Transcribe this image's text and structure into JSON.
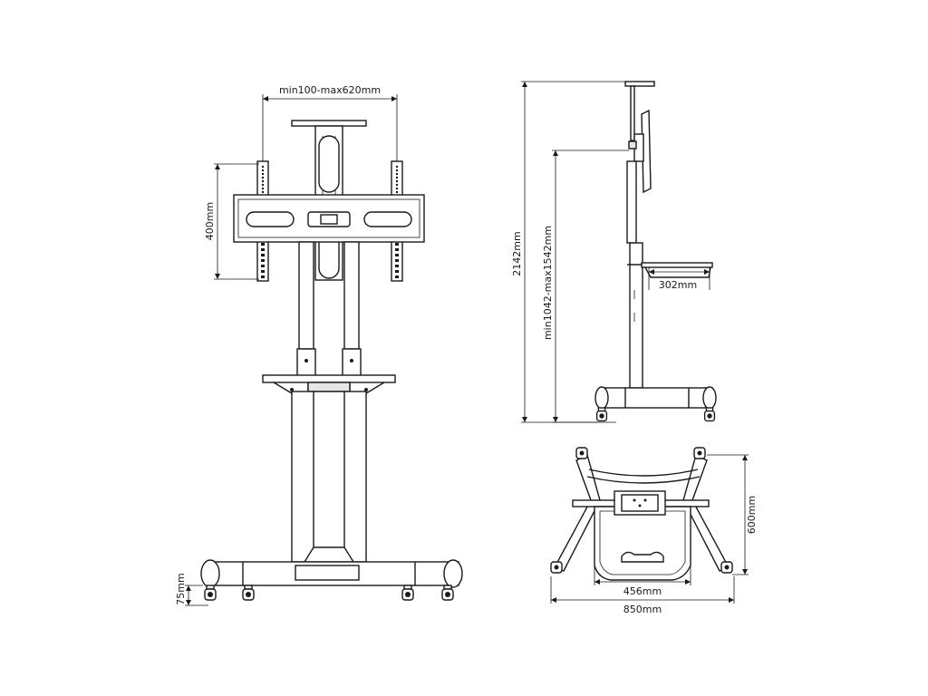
{
  "dimensions": {
    "vesa_width": "min100-max620mm",
    "vesa_height": "400mm",
    "base_clearance": "75mm",
    "total_height": "2142mm",
    "mount_height_range": "min1042-max1542mm",
    "shelf_depth": "302mm",
    "base_depth": "600mm",
    "tray_width": "456mm",
    "base_width": "850mm"
  },
  "colors": {
    "line": "#1a1a1a",
    "background": "#ffffff",
    "shade": "#e6e6e6"
  }
}
